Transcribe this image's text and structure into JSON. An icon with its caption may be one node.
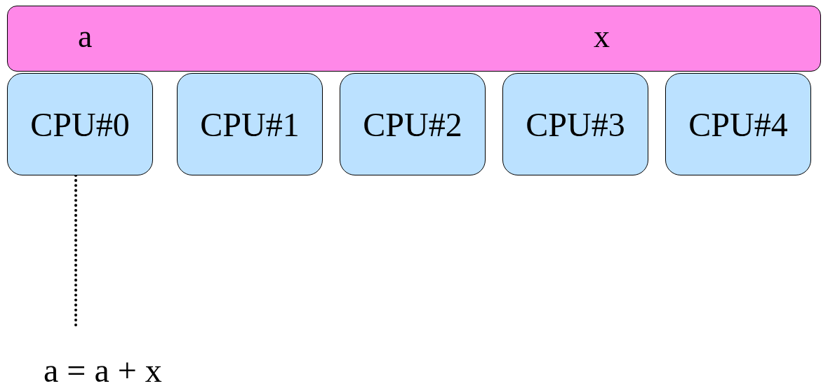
{
  "diagram": {
    "nodes": [
      {
        "text": [
          "a",
          "x"
        ]
      },
      {
        "text": [
          "CPU#0"
        ]
      },
      {
        "text": [
          "CPU#1"
        ]
      },
      {
        "text": [
          "CPU#2"
        ]
      },
      {
        "text": [
          "CPU#3"
        ]
      },
      {
        "text": [
          "CPU#4"
        ]
      },
      {
        "text": [
          "a = a + x"
        ]
      }
    ],
    "edges": [
      {
        "from": 1,
        "to": 6,
        "arrow": "none",
        "style": "dashed"
      }
    ]
  }
}
